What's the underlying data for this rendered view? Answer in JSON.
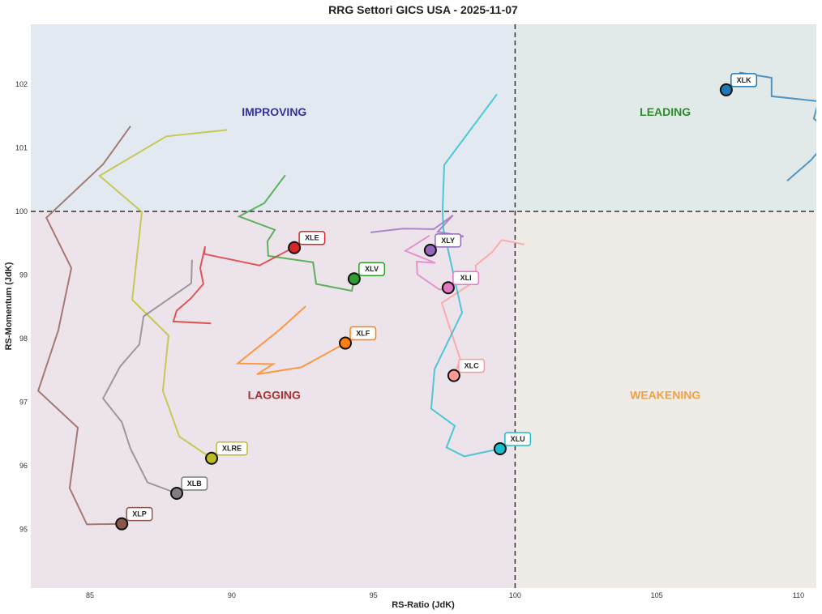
{
  "chart_data": {
    "type": "scatter",
    "title": "RRG Settori GICS USA - 2025-11-07",
    "xlabel": "RS-Ratio (JdK)",
    "ylabel": "RS-Momentum (JdK)",
    "xlim": [
      82.91,
      110.63
    ],
    "ylim": [
      94.08,
      102.94
    ],
    "xticks": [
      85,
      90,
      95,
      100,
      105,
      110
    ],
    "yticks": [
      95,
      96,
      97,
      98,
      99,
      100,
      101,
      102
    ],
    "center": [
      100,
      100
    ],
    "grid": false,
    "quadrants": [
      {
        "name": "IMPROVING",
        "color": "#333399",
        "fill": "#e3e9f1",
        "label_at": [
          91.5,
          101.5
        ]
      },
      {
        "name": "LEADING",
        "color": "#2e8b2e",
        "fill": "#e2e9e9",
        "label_at": [
          105.3,
          101.5
        ]
      },
      {
        "name": "LAGGING",
        "color": "#a83232",
        "fill": "#ede3ea",
        "label_at": [
          91.5,
          97.05
        ]
      },
      {
        "name": "WEAKENING",
        "color": "#f4a040",
        "fill": "#efebe6",
        "label_at": [
          105.3,
          97.05
        ]
      }
    ],
    "series": [
      {
        "name": "XLK",
        "color": "#1f77b4",
        "x": [
          109.6,
          110.43,
          110.85,
          111.0,
          110.54,
          110.71,
          109.05,
          109.05,
          107.94,
          107.45
        ],
        "y": [
          100.48,
          100.8,
          101.02,
          101.27,
          101.46,
          101.73,
          101.81,
          102.1,
          102.18,
          101.91
        ]
      },
      {
        "name": "XLE",
        "color": "#d62728",
        "x": [
          89.27,
          87.94,
          88.06,
          88.55,
          89.0,
          88.89,
          89.06,
          89.03,
          90.98,
          92.04,
          92.21
        ],
        "y": [
          98.24,
          98.27,
          98.44,
          98.63,
          98.86,
          99.11,
          99.45,
          99.33,
          99.15,
          99.4,
          99.43
        ]
      },
      {
        "name": "XLV",
        "color": "#2ca02c",
        "x": [
          91.89,
          91.15,
          90.26,
          91.52,
          91.26,
          91.29,
          92.87,
          92.98,
          94.24,
          94.32
        ],
        "y": [
          100.57,
          100.13,
          99.92,
          99.71,
          99.53,
          99.3,
          99.2,
          98.86,
          98.75,
          98.94
        ]
      },
      {
        "name": "XLF",
        "color": "#ff7f0e",
        "x": [
          92.61,
          91.69,
          90.21,
          91.46,
          90.89,
          92.46,
          93.15,
          94.01
        ],
        "y": [
          98.51,
          98.14,
          97.61,
          97.6,
          97.44,
          97.55,
          97.72,
          97.93
        ]
      },
      {
        "name": "XLY",
        "color": "#9467bd",
        "x": [
          94.9,
          96.04,
          97.13,
          97.81,
          97.27,
          98.18,
          97.5,
          97.01
        ],
        "y": [
          99.67,
          99.73,
          99.72,
          99.94,
          99.68,
          99.61,
          99.53,
          99.39
        ]
      },
      {
        "name": "XLI",
        "color": "#e377c2",
        "x": [
          96.98,
          96.13,
          97.18,
          96.53,
          96.55,
          97.33,
          97.64
        ],
        "y": [
          99.62,
          99.38,
          99.19,
          99.21,
          99.01,
          98.77,
          98.8
        ]
      },
      {
        "name": "XLC",
        "color": "#ff9896",
        "x": [
          100.33,
          99.53,
          99.19,
          98.61,
          98.64,
          97.41,
          98.07,
          97.84
        ],
        "y": [
          99.48,
          99.55,
          99.36,
          99.15,
          98.92,
          98.56,
          97.67,
          97.42
        ]
      },
      {
        "name": "XLU",
        "color": "#17becf",
        "x": [
          99.36,
          97.5,
          97.44,
          97.47,
          98.13,
          97.16,
          97.04,
          97.87,
          97.58,
          98.21,
          99.47
        ],
        "y": [
          101.84,
          100.73,
          100.0,
          99.72,
          98.41,
          97.52,
          96.9,
          96.63,
          96.29,
          96.15,
          96.27
        ]
      },
      {
        "name": "XLRE",
        "color": "#bcbd22",
        "x": [
          89.83,
          87.69,
          85.34,
          86.83,
          86.49,
          87.77,
          87.57,
          88.15,
          89.29
        ],
        "y": [
          101.28,
          101.18,
          100.56,
          99.99,
          98.61,
          98.05,
          97.18,
          96.46,
          96.12
        ]
      },
      {
        "name": "XLB",
        "color": "#7f7f7f",
        "x": [
          88.6,
          88.57,
          86.89,
          86.74,
          86.06,
          85.46,
          86.12,
          86.43,
          87.03,
          88.06
        ],
        "y": [
          99.24,
          98.87,
          98.35,
          97.91,
          97.56,
          97.06,
          96.69,
          96.27,
          95.74,
          95.57
        ]
      },
      {
        "name": "XLP",
        "color": "#8c564b",
        "x": [
          86.43,
          85.46,
          83.46,
          84.34,
          83.88,
          83.17,
          84.57,
          84.28,
          84.89,
          86.12
        ],
        "y": [
          101.34,
          100.74,
          99.9,
          99.11,
          98.13,
          97.18,
          96.6,
          95.65,
          95.08,
          95.09
        ]
      }
    ]
  }
}
